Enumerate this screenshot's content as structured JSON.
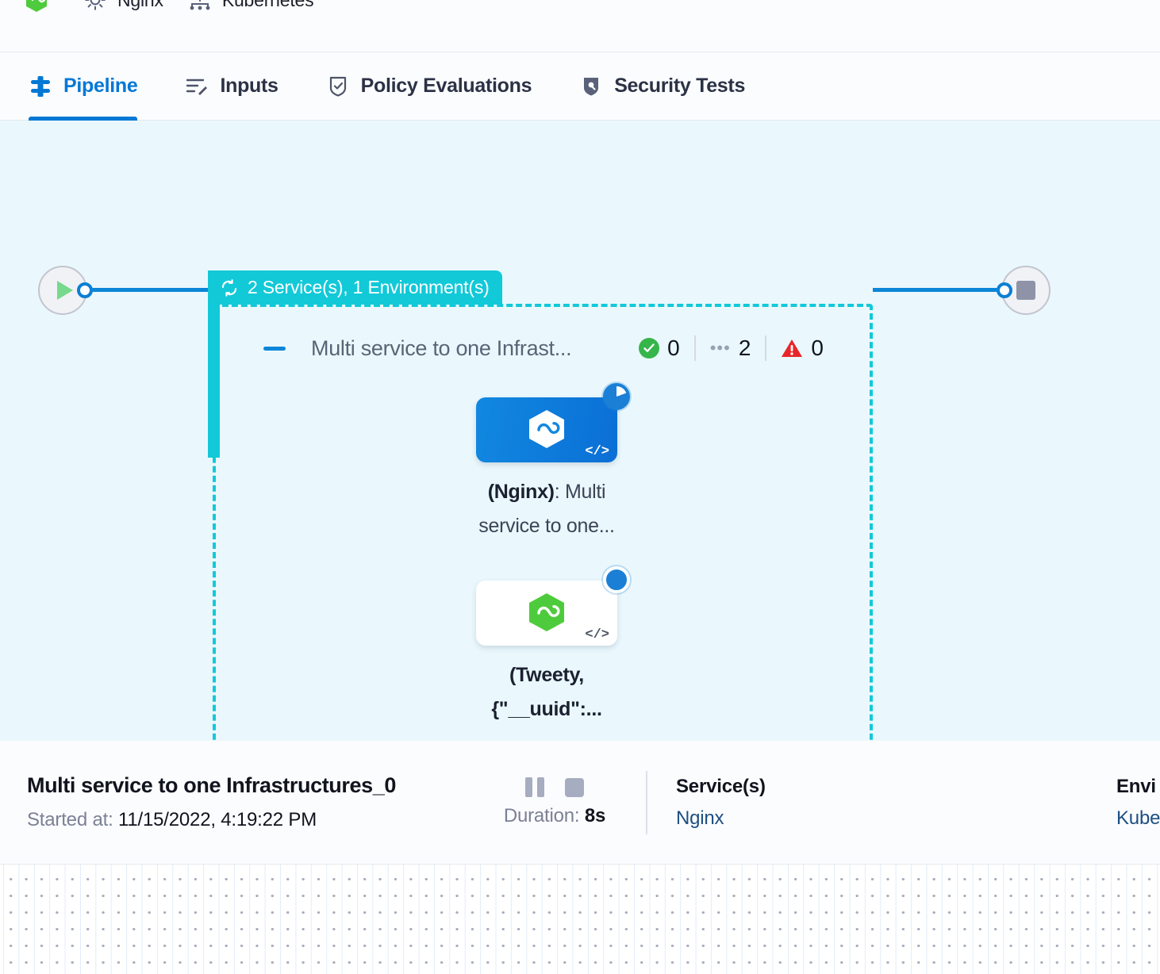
{
  "breadcrumb": [
    {
      "label": "",
      "icon": "hexagon-infinity-green-icon"
    },
    {
      "label": "Nginx",
      "icon": "gear-icon"
    },
    {
      "label": "Kubernetes",
      "icon": "kubernetes-cluster-icon"
    }
  ],
  "tabs": [
    {
      "label": "Pipeline",
      "icon": "pipeline-icon",
      "active": true
    },
    {
      "label": "Inputs",
      "icon": "inputs-wand-icon",
      "active": false
    },
    {
      "label": "Policy Evaluations",
      "icon": "policy-shield-check-icon",
      "active": false
    },
    {
      "label": "Security Tests",
      "icon": "security-shield-icon",
      "active": false
    }
  ],
  "canvas": {
    "start_node": {
      "name": "start-node",
      "icon": "play-icon"
    },
    "end_node": {
      "name": "end-node",
      "icon": "stop-icon"
    },
    "group": {
      "header_label": "2 Service(s), 1 Environment(s)",
      "header_icon": "rotate-loop-icon",
      "title": "Multi service to one Infrast...",
      "collapse_icon": "collapse-dash-icon",
      "accent_color": "#12c9d8",
      "counters": [
        {
          "name": "success-count",
          "icon": "check-circle-green-icon",
          "value": "0"
        },
        {
          "name": "running-count",
          "icon": "dots-icon",
          "value": "2"
        },
        {
          "name": "error-count",
          "icon": "warning-triangle-red-icon",
          "value": "0"
        }
      ],
      "nodes": [
        {
          "name": "node-nginx",
          "icon": "hexagon-infinity-white-icon",
          "card_style": "blue",
          "status": "running-partial",
          "code_icon": "code-brackets-icon",
          "label_bold": "(Nginx)",
          "label_rest": ": Multi service to one..."
        },
        {
          "name": "node-tweety",
          "icon": "hexagon-infinity-green-icon",
          "card_style": "white",
          "status": "running",
          "code_icon": "code-brackets-icon",
          "label_bold": "(Tweety,",
          "label_rest": "{\"__uuid\":..."
        }
      ]
    }
  },
  "detail": {
    "title": "Multi service to one Infrastructures_0",
    "started_label": "Started at:",
    "started_value": "11/15/2022, 4:19:22 PM",
    "pause_icon": "pause-icon",
    "stop_icon": "stop-icon",
    "duration_label": "Duration:",
    "duration_value": "8s",
    "services_heading": "Service(s)",
    "services_value": "Nginx",
    "environments_heading": "Envi",
    "environments_value": "Kube"
  },
  "colors": {
    "accent_blue": "#0278d5",
    "group_cyan": "#12c9d8",
    "canvas_bg": "#eaf8fd",
    "success_green": "#36b54a",
    "error_red": "#e8262a"
  }
}
